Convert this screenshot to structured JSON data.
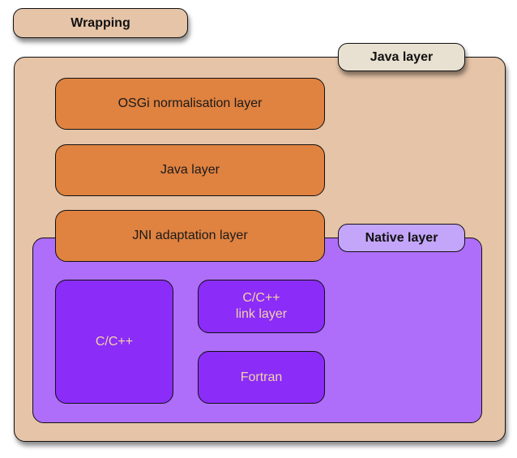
{
  "diagram": {
    "legend_tag": "Wrapping",
    "java_container": {
      "tag": "Java layer",
      "layers": [
        {
          "label": "OSGi normalisation layer"
        },
        {
          "label": "Java layer"
        },
        {
          "label": "JNI adaptation layer"
        }
      ]
    },
    "native_container": {
      "tag": "Native layer",
      "components": [
        {
          "label": "C/C++"
        },
        {
          "label_line1": "C/C++",
          "label_line2": "link layer"
        },
        {
          "label": "Fortran"
        }
      ]
    },
    "colors": {
      "wrapping_fill": "#e6c4a8",
      "java_tag_fill": "#e8e0d0",
      "java_layer_fill": "#e08240",
      "native_fill": "#ae6ef9",
      "native_tag_fill": "#c3a5fa",
      "native_component_fill": "#8b2cf8",
      "native_component_text": "#f2d3a8"
    }
  }
}
